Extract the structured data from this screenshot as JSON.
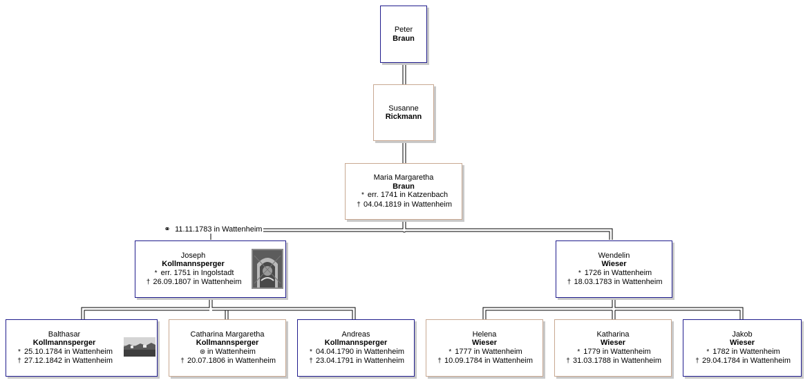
{
  "people": {
    "peter": {
      "given": "Peter",
      "surname": "Braun"
    },
    "susanne": {
      "given": "Susanne",
      "surname": "Rickmann"
    },
    "maria": {
      "given": "Maria Margaretha",
      "surname": "Braun",
      "birth": "err. 1741 in Katzenbach",
      "death": "04.04.1819 in Wattenheim"
    },
    "joseph": {
      "given": "Joseph",
      "surname": "Kollmannsperger",
      "birth": "err. 1751 in Ingolstadt",
      "death": "26.09.1807 in Wattenheim"
    },
    "wendelin": {
      "given": "Wendelin",
      "surname": "Wieser",
      "birth": "1726 in Wattenheim",
      "death": "18.03.1783 in Wattenheim"
    },
    "balthasar": {
      "given": "Balthasar",
      "surname": "Kollmannsperger",
      "birth": "25.10.1784 in Wattenheim",
      "death": "27.12.1842 in Wattenheim"
    },
    "catharina": {
      "given": "Catharina Margaretha",
      "surname": "Kollmannsperger",
      "baptism": "in Wattenheim",
      "death": "20.07.1806 in Wattenheim"
    },
    "andreas": {
      "given": "Andreas",
      "surname": "Kollmannsperger",
      "birth": "04.04.1790 in Wattenheim",
      "death": "23.04.1791 in Wattenheim"
    },
    "helena": {
      "given": "Helena",
      "surname": "Wieser",
      "birth": "1777 in Wattenheim",
      "death": "10.09.1784 in Wattenheim"
    },
    "katharina": {
      "given": "Katharina",
      "surname": "Wieser",
      "birth": "1779 in Wattenheim",
      "death": "31.03.1788 in Wattenheim"
    },
    "jakob": {
      "given": "Jakob",
      "surname": "Wieser",
      "birth": "1782 in Wattenheim",
      "death": "29.04.1784 in Wattenheim"
    }
  },
  "marriage": {
    "date": "11.11.1783 in Wattenheim"
  },
  "colors": {
    "male_border": "#1e1a8c",
    "female_border": "#c8a891",
    "line": "#000000",
    "shadow": "#c9c9c9"
  },
  "icons": {
    "birth": "birth-star-icon",
    "death": "death-cross-icon",
    "baptism": "baptism-icon",
    "marriage": "marriage-rings-icon"
  }
}
